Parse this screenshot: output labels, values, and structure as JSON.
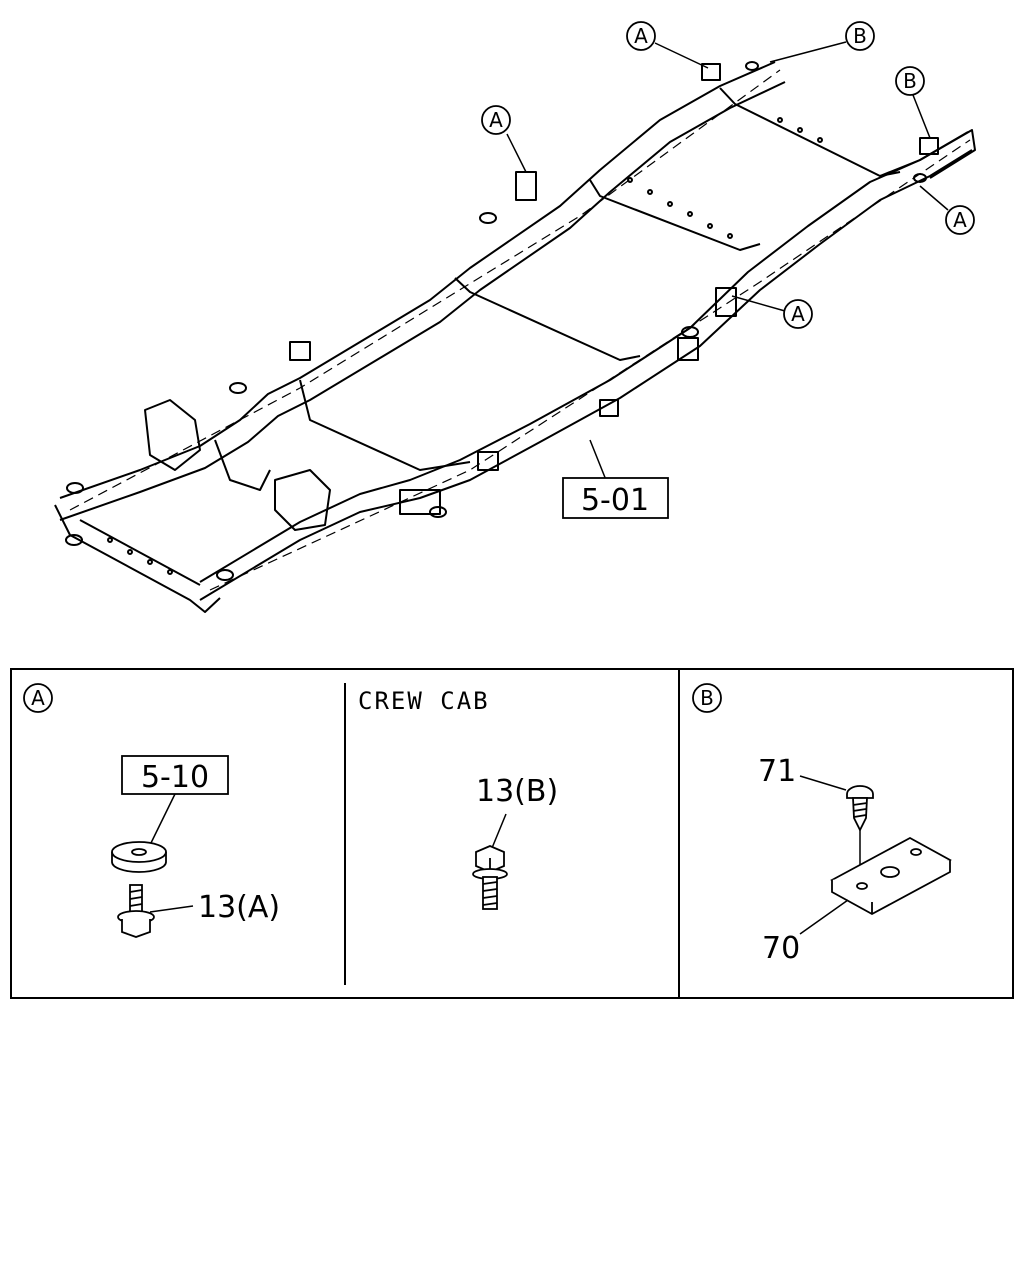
{
  "frame": {
    "part_number": "5-01",
    "callouts": [
      "A",
      "B",
      "A",
      "B",
      "A",
      "A"
    ]
  },
  "detail_a": {
    "marker": "A",
    "part_box": "5-10",
    "bolt_label": "13(A)"
  },
  "detail_crew": {
    "title": "CREW CAB",
    "bolt_label": "13(B)"
  },
  "detail_b": {
    "marker": "B",
    "screw_label": "71",
    "plate_label": "70"
  }
}
